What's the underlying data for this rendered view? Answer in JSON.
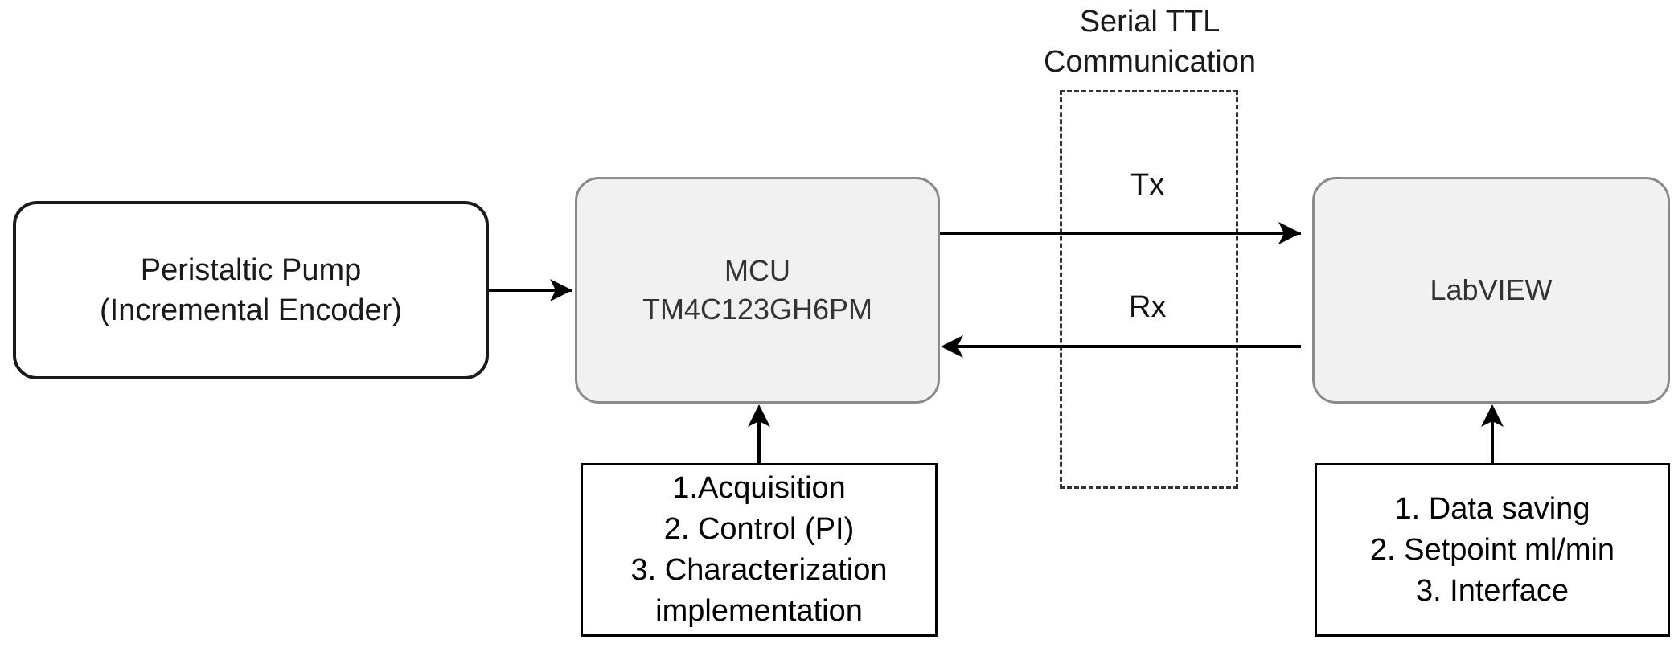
{
  "diagram": {
    "pump": {
      "line1": "Peristaltic Pump",
      "line2": "(Incremental Encoder)"
    },
    "mcu": {
      "line1": "MCU",
      "line2": "TM4C123GH6PM"
    },
    "labview": {
      "label": "LabVIEW"
    },
    "mcu_tasks": [
      "1.Acquisition",
      "2. Control (PI)",
      "3. Characterization",
      "implementation"
    ],
    "labview_tasks": [
      "1. Data saving",
      "2. Setpoint ml/min",
      "3. Interface"
    ],
    "serial": {
      "line1": "Serial TTL",
      "line2": "Communication"
    },
    "tx_label": "Tx",
    "rx_label": "Rx"
  }
}
